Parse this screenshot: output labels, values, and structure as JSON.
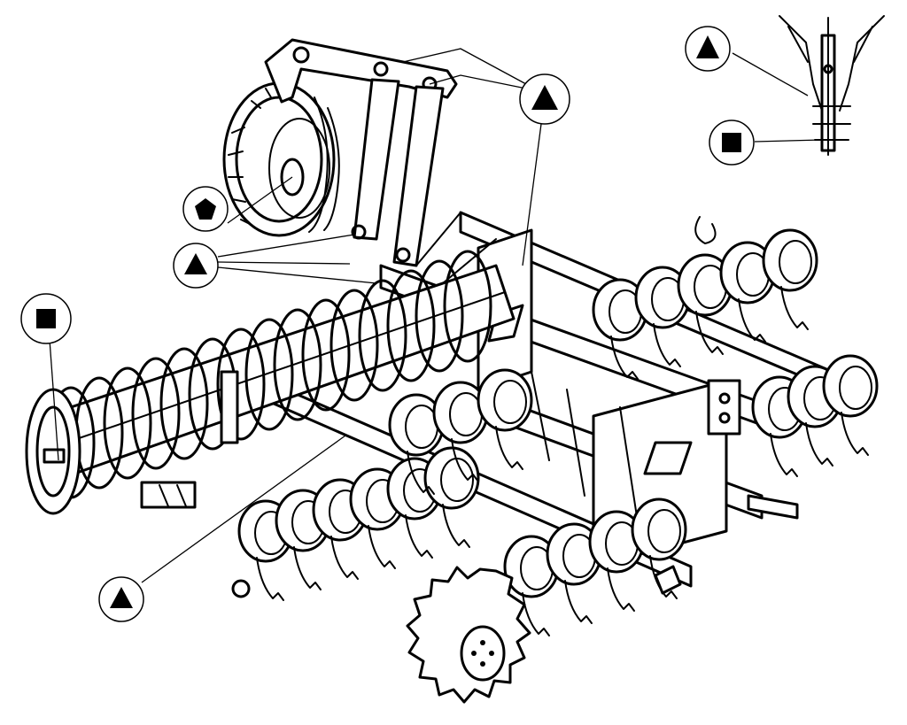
{
  "colors": {
    "ink": "#000000",
    "paper": "#ffffff"
  },
  "markers": [
    {
      "id": "triangle-top-center",
      "symbol": "triangle"
    },
    {
      "id": "triangle-inset",
      "symbol": "triangle"
    },
    {
      "id": "square-inset",
      "symbol": "square"
    },
    {
      "id": "pentagon-wheel",
      "symbol": "pentagon"
    },
    {
      "id": "triangle-left-mid",
      "symbol": "triangle"
    },
    {
      "id": "square-left-roller",
      "symbol": "square"
    },
    {
      "id": "triangle-bottom-left",
      "symbol": "triangle"
    }
  ]
}
